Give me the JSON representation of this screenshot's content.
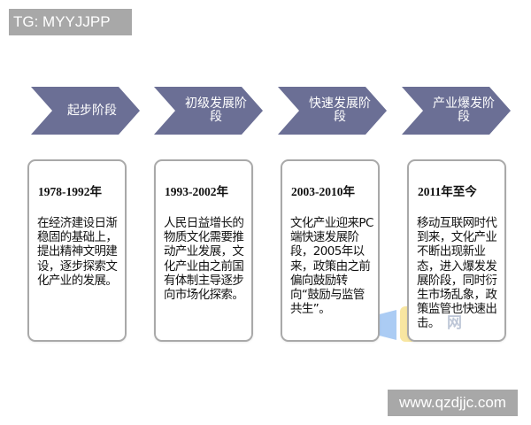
{
  "watermark_top": "TG: MYYJJPP",
  "watermark_bottom": "www.qzdjjc.com",
  "watermark_overlay": "网",
  "colors": {
    "arrow_fill": "#6b6f95",
    "box_border": "#a9a9a9",
    "text": "#111111"
  },
  "stages": [
    {
      "label": "起步阶段",
      "period": "1978-1992年",
      "description": "在经济建设日渐稳固的基础上，提出精神文明建设，逐步探索文化产业的发展。"
    },
    {
      "label": "初级发展阶段",
      "period": "1993-2002年",
      "description": "人民日益增长的物质文化需要推动产业发展，文化产业由之前国有体制主导逐步向市场化探索。"
    },
    {
      "label": "快速发展阶段",
      "period": "2003-2010年",
      "description": "文化产业迎来PC端快速发展阶段，2005年以来，政策由之前偏向鼓励转向“鼓励与监管共生”。"
    },
    {
      "label": "产业爆发阶段",
      "period": "2011年至今",
      "description": "移动互联网时代到来，文化产业不断出现新业态，进入爆发发展阶段，同时衍生市场乱象，政策监管也快速出击。"
    }
  ]
}
